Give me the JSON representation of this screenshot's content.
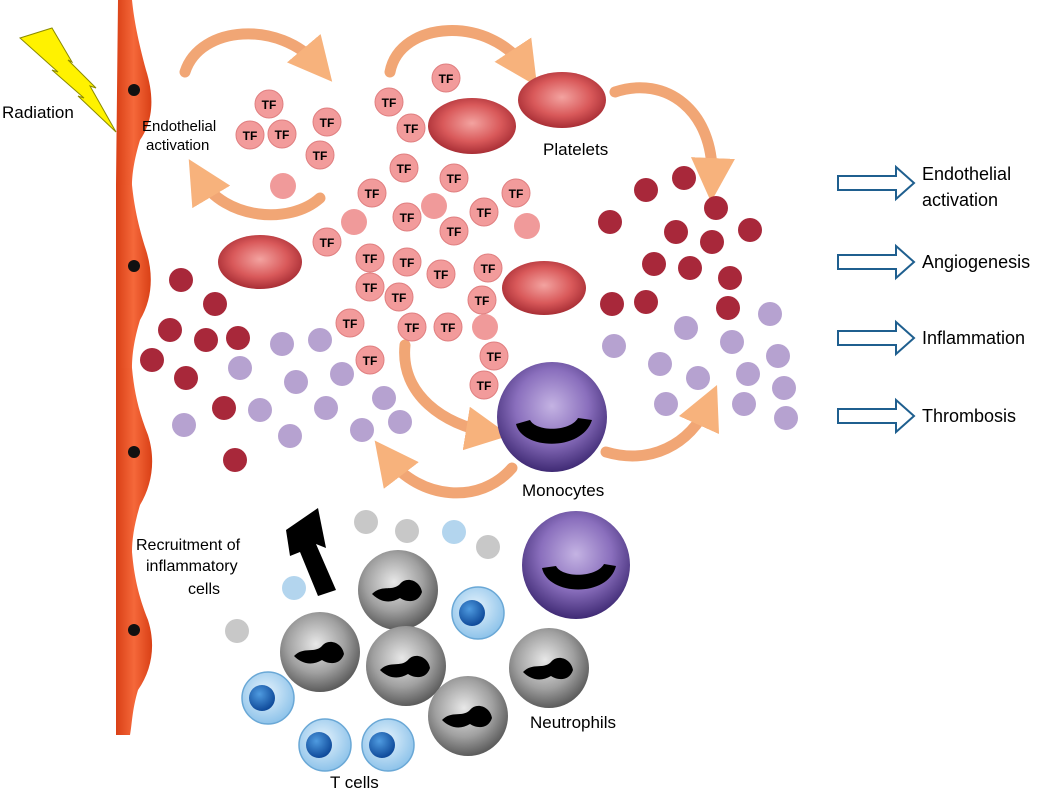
{
  "labels": {
    "radiation": "Radiation",
    "endothelial_activation_line1": "Endothelial",
    "endothelial_activation_line2": "activation",
    "platelets": "Platelets",
    "monocytes": "Monocytes",
    "recruitment_line1": "Recruitment of",
    "recruitment_line2": "inflammatory",
    "recruitment_line3": "cells",
    "neutrophils": "Neutrophils",
    "t_cells": "T cells",
    "tf": "TF"
  },
  "outcomes": [
    {
      "line1": "Endothelial",
      "line2": "activation"
    },
    {
      "line1": "Angiogenesis",
      "line2": ""
    },
    {
      "line1": "Inflammation",
      "line2": ""
    },
    {
      "line1": "Thrombosis",
      "line2": ""
    }
  ],
  "colors": {
    "endothelium": "#f0582a",
    "tf_particle": "#f29b9b",
    "red_particle": "#a8283a",
    "purple_particle": "#b6a2d0",
    "platelet": "#d9484f",
    "monocyte": "#5a3f8e",
    "neutrophil": "#8a8a8a",
    "t_cell": "#a9d3f0",
    "curved_arrow": "#f1a06a",
    "outcome_arrow": "#1f5f8f",
    "lightning": "#fff200"
  },
  "icons": {
    "lightning": "lightning-bolt-icon",
    "outcome_arrow": "hollow-right-arrow-icon",
    "recruitment_arrow": "black-up-arrow-icon"
  }
}
